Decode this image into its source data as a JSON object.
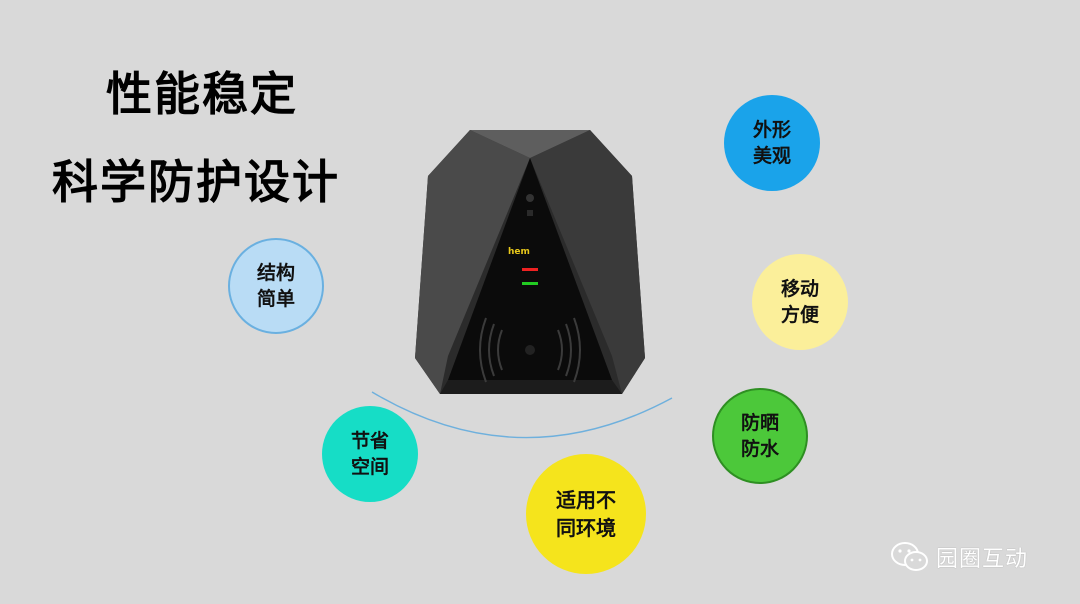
{
  "headline": {
    "line1": "性能稳定",
    "line2": "科学防护设计"
  },
  "device": {
    "brand_text": "hem"
  },
  "features": [
    {
      "label": "外形\n美观",
      "color": "#1aa3ea"
    },
    {
      "label": "结构\n简单",
      "color": "#b9dcf5"
    },
    {
      "label": "移动\n方便",
      "color": "#fbef9a"
    },
    {
      "label": "防晒\n防水",
      "color": "#4cc83a"
    },
    {
      "label": "节省\n空间",
      "color": "#16ddc6"
    },
    {
      "label": "适用不\n同环境",
      "color": "#f5e41c"
    }
  ],
  "watermark": {
    "text": "园圈互动",
    "icon": "wechat-icon"
  }
}
